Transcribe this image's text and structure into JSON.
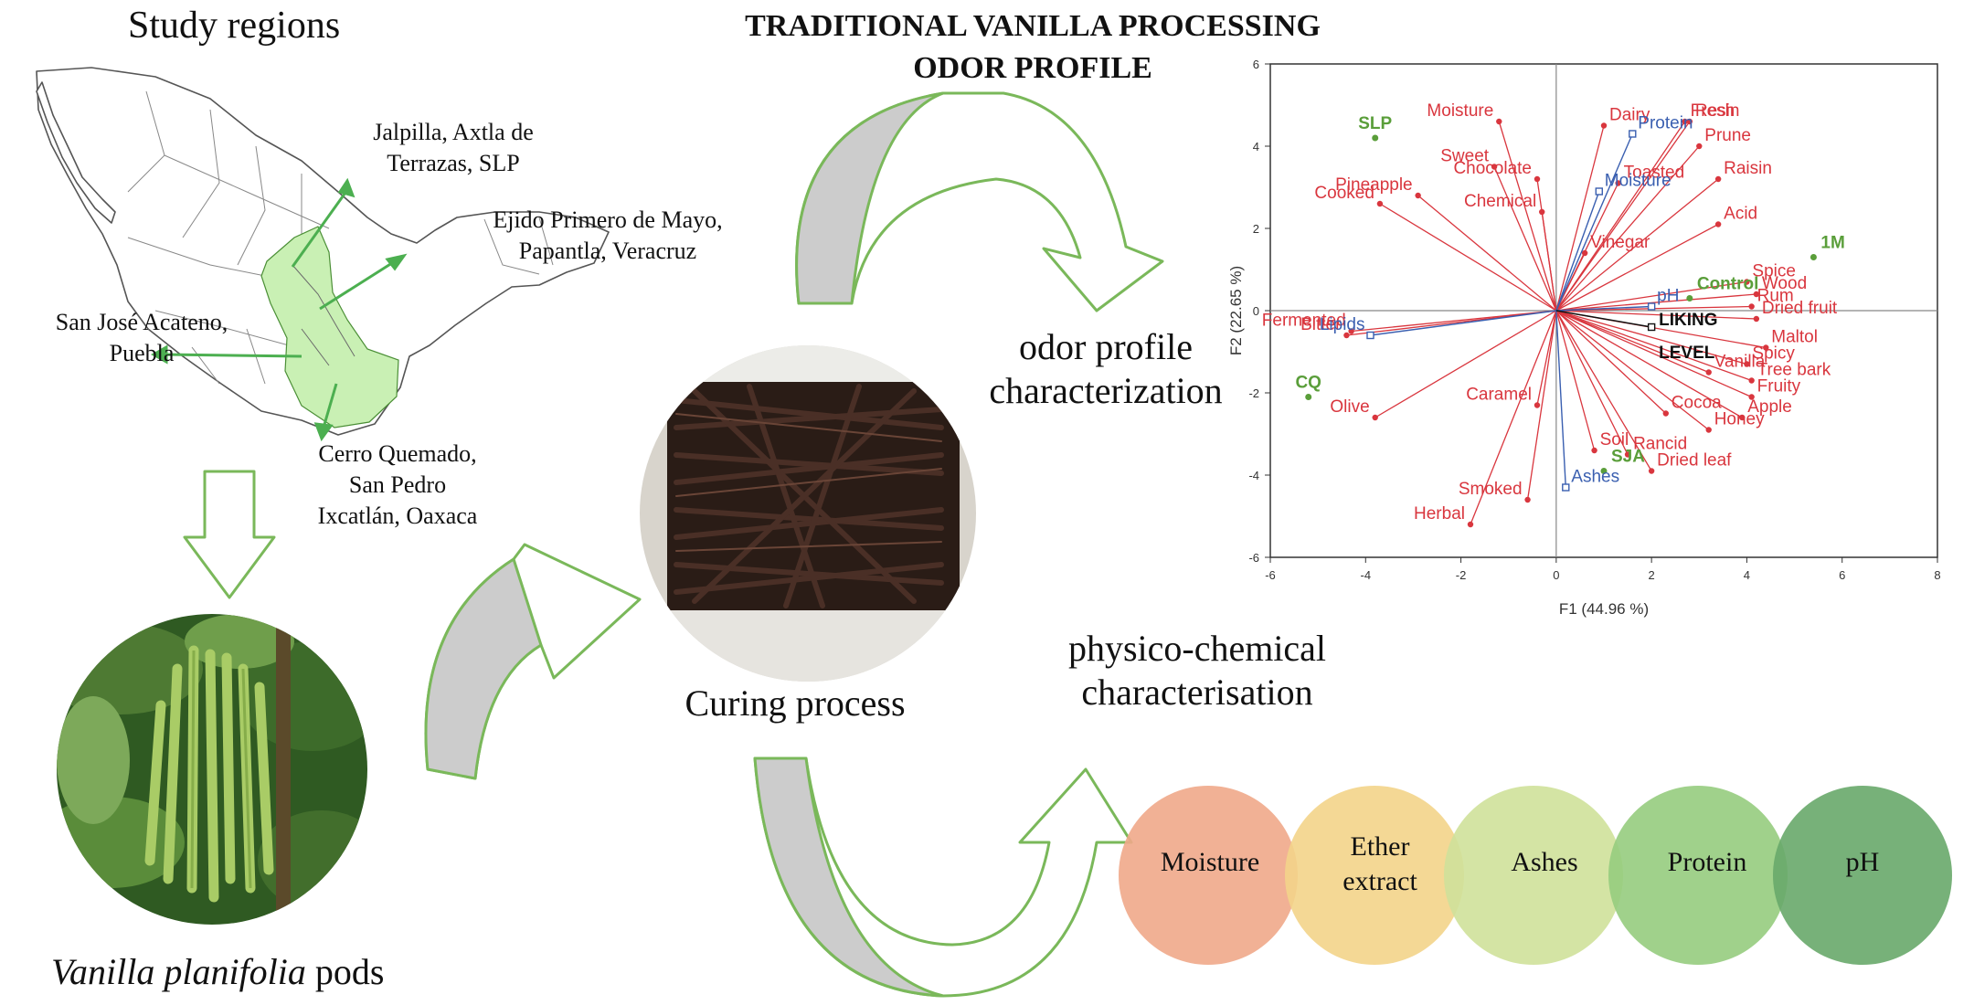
{
  "header": {
    "study_title": "Study regions",
    "main_title_line1": "TRADITIONAL VANILLA PROCESSING",
    "main_title_line2": "ODOR PROFILE"
  },
  "map": {
    "regions": [
      {
        "l1": "Jalpilla, Axtla de",
        "l2": "Terrazas, SLP",
        "l3": ""
      },
      {
        "l1": "Ejido Primero de Mayo,",
        "l2": "Papantla, Veracruz",
        "l3": ""
      },
      {
        "l1": "San José Acateno,",
        "l2": "Puebla",
        "l3": ""
      },
      {
        "l1": "Cerro Quemado,",
        "l2": "San Pedro",
        "l3": "Ixcatlán, Oaxaca"
      }
    ],
    "highlight_color": "#c9f0b4",
    "arrow_color": "#4caf50"
  },
  "pods_caption": {
    "italic": "Vanilla planifolia",
    "rest": " pods"
  },
  "curing_label": "Curing process",
  "odor_label": {
    "l1": "odor profile",
    "l2": "characterization"
  },
  "physchem_label": {
    "l1": "physico-chemical",
    "l2": "characterisation"
  },
  "venn": [
    {
      "l1": "Moisture",
      "l2": "",
      "color": "#f0a98a"
    },
    {
      "l1": "Ether",
      "l2": "extract",
      "color": "#f3d48a"
    },
    {
      "l1": "Ashes",
      "l2": "",
      "color": "#cfe19a"
    },
    {
      "l1": "Protein",
      "l2": "",
      "color": "#96cc7e"
    },
    {
      "l1": "pH",
      "l2": "",
      "color": "#68a86a"
    }
  ],
  "chart_data": {
    "type": "scatter",
    "xlabel": "F1 (44.96 %)",
    "ylabel": "F2 (22.65 %)",
    "xlim": [
      -6,
      8
    ],
    "ylim": [
      -6,
      6
    ],
    "xticks": [
      "-6",
      "-4",
      "-2",
      "0",
      "2",
      "4",
      "6",
      "8"
    ],
    "yticks": [
      "-6",
      "-4",
      "-2",
      "0",
      "2",
      "4",
      "6"
    ],
    "colors": {
      "attribute": "#d9363e",
      "physchem": "#3a5fb0",
      "sample": "#5a9e3a",
      "liking": "#111111"
    },
    "attributes": [
      {
        "name": "Moisture",
        "x": -1.2,
        "y": 4.6
      },
      {
        "name": "Dairy",
        "x": 1.0,
        "y": 4.5
      },
      {
        "name": "Resin",
        "x": 2.8,
        "y": 4.6
      },
      {
        "name": "Fresh",
        "x": 2.7,
        "y": 4.6
      },
      {
        "name": "Prune",
        "x": 3.0,
        "y": 4.0
      },
      {
        "name": "Sweet",
        "x": -1.3,
        "y": 3.5
      },
      {
        "name": "Chocolate",
        "x": -0.4,
        "y": 3.2
      },
      {
        "name": "Toasted",
        "x": 1.3,
        "y": 3.1
      },
      {
        "name": "Raisin",
        "x": 3.4,
        "y": 3.2
      },
      {
        "name": "Cooked",
        "x": -3.7,
        "y": 2.6
      },
      {
        "name": "Chemical",
        "x": -0.3,
        "y": 2.4
      },
      {
        "name": "Vinegar",
        "x": 0.6,
        "y": 1.4
      },
      {
        "name": "Acid",
        "x": 3.4,
        "y": 2.1
      },
      {
        "name": "Pineapple",
        "x": -2.9,
        "y": 2.8
      },
      {
        "name": "Spice",
        "x": 4.0,
        "y": 0.7
      },
      {
        "name": "Wood",
        "x": 4.2,
        "y": 0.4
      },
      {
        "name": "Rum",
        "x": 4.1,
        "y": 0.1
      },
      {
        "name": "Dried fruit",
        "x": 4.2,
        "y": -0.2
      },
      {
        "name": "Fermented",
        "x": -4.3,
        "y": -0.5
      },
      {
        "name": "Maltol",
        "x": 4.4,
        "y": -0.9
      },
      {
        "name": "Bitter",
        "x": -4.4,
        "y": -0.6
      },
      {
        "name": "Vanilla",
        "x": 3.2,
        "y": -1.5
      },
      {
        "name": "Spicy",
        "x": 4.0,
        "y": -1.3
      },
      {
        "name": "Tree bark",
        "x": 4.1,
        "y": -1.7
      },
      {
        "name": "Fruity",
        "x": 4.1,
        "y": -2.1
      },
      {
        "name": "Caramel",
        "x": -0.4,
        "y": -2.3
      },
      {
        "name": "Cocoa",
        "x": 2.3,
        "y": -2.5
      },
      {
        "name": "Apple",
        "x": 3.9,
        "y": -2.6
      },
      {
        "name": "Olive",
        "x": -3.8,
        "y": -2.6
      },
      {
        "name": "Honey",
        "x": 3.2,
        "y": -2.9
      },
      {
        "name": "Soil",
        "x": 0.8,
        "y": -3.4
      },
      {
        "name": "Dried leaf",
        "x": 2.0,
        "y": -3.9
      },
      {
        "name": "Rancid",
        "x": 1.5,
        "y": -3.5
      },
      {
        "name": "Smoked",
        "x": -0.6,
        "y": -4.6
      },
      {
        "name": "Herbal",
        "x": -1.8,
        "y": -5.2
      }
    ],
    "physchem": [
      {
        "name": "Protein",
        "x": 1.6,
        "y": 4.3
      },
      {
        "name": "Moisture",
        "x": 0.9,
        "y": 2.9
      },
      {
        "name": "pH",
        "x": 2.0,
        "y": 0.1
      },
      {
        "name": "Lipids",
        "x": -3.9,
        "y": -0.6
      },
      {
        "name": "Ashes",
        "x": 0.2,
        "y": -4.3
      }
    ],
    "liking": [
      {
        "name": "LIKING",
        "x": 2.0,
        "y": -0.4
      },
      {
        "name": "LEVEL",
        "x": 2.0,
        "y": -0.4
      }
    ],
    "samples": [
      {
        "name": "SLP",
        "x": -3.8,
        "y": 4.2
      },
      {
        "name": "1M",
        "x": 5.4,
        "y": 1.3
      },
      {
        "name": "Control",
        "x": 2.8,
        "y": 0.3
      },
      {
        "name": "CQ",
        "x": -5.2,
        "y": -2.1
      },
      {
        "name": "SJA",
        "x": 1.0,
        "y": -3.9
      }
    ]
  }
}
